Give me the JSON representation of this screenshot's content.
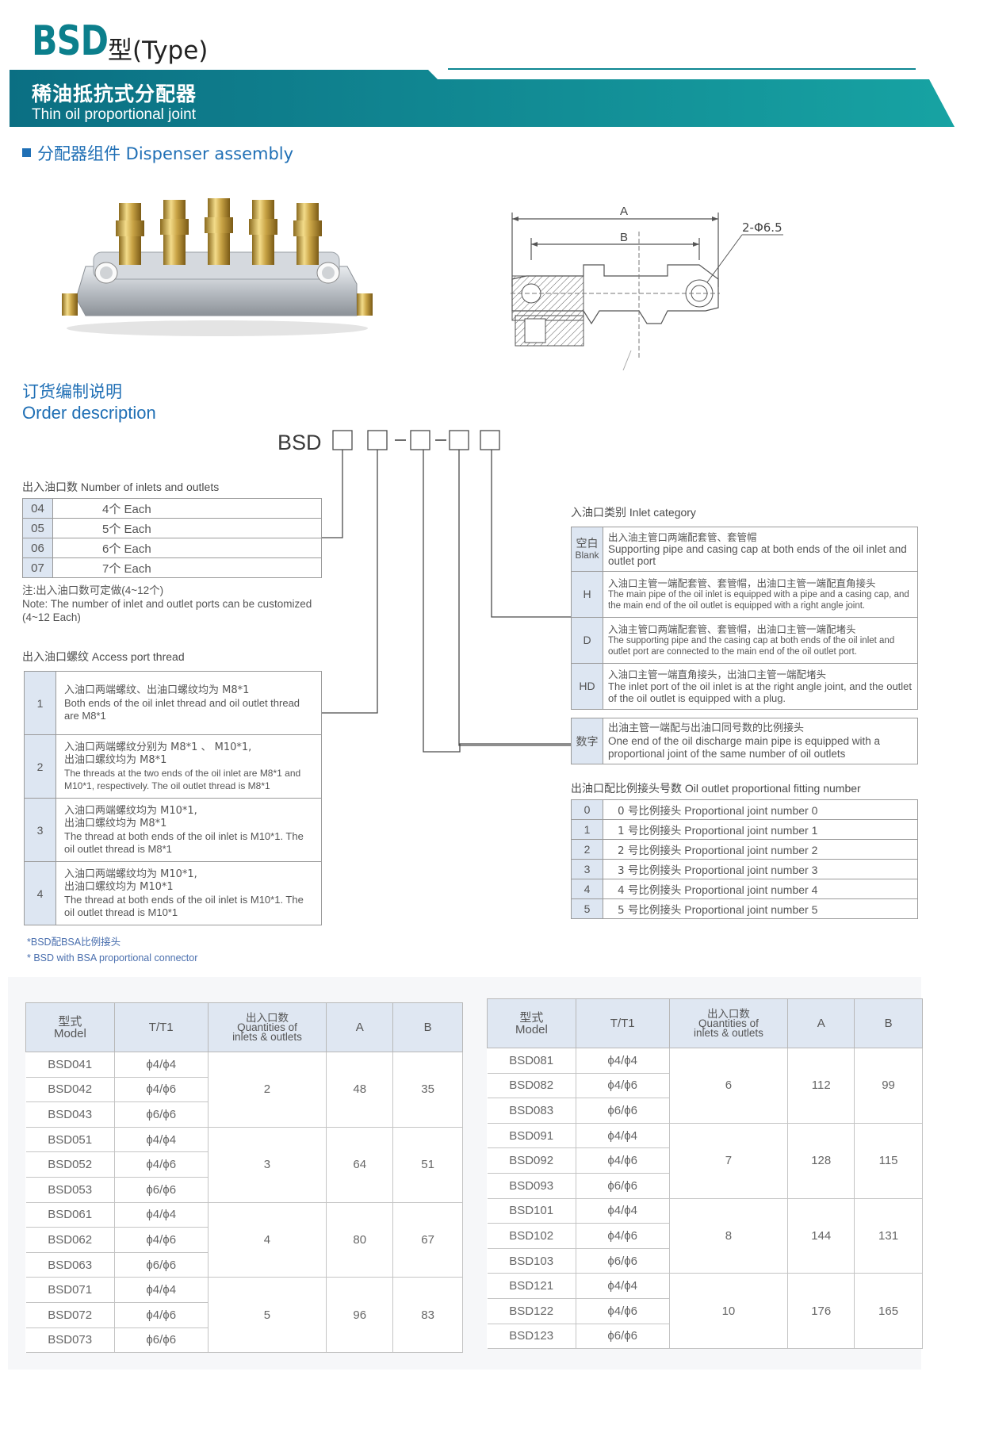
{
  "header": {
    "brand": "BSD",
    "type_label": "型(Type)",
    "banner_title_cn": "稀油抵抗式分配器",
    "banner_title_en": "Thin oil proportional joint",
    "colors": {
      "brand": "#0c7f8c",
      "banner_start": "#0b6f83",
      "banner_end": "#17a3a3",
      "section": "#1f6fb5"
    }
  },
  "section": {
    "title": "分配器组件 Dispenser assembly"
  },
  "drawing": {
    "label_a": "A",
    "label_b": "B",
    "hole_label": "2-Φ6.5"
  },
  "order": {
    "title_cn": "订货编制说明",
    "title_en": "Order description",
    "code_prefix": "BSD",
    "separator": "-"
  },
  "inlets": {
    "caption": "出入油口数 Number of inlets and outlets",
    "rows": [
      {
        "code": "04",
        "desc": "4个 Each"
      },
      {
        "code": "05",
        "desc": "5个 Each"
      },
      {
        "code": "06",
        "desc": "6个 Each"
      },
      {
        "code": "07",
        "desc": "7个 Each"
      }
    ],
    "note_cn": "注:出入油口数可定做(4~12个)",
    "note_en": "Note: The number of inlet and outlet ports can be customized (4~12 Each)"
  },
  "thread": {
    "caption": "出入油口螺纹 Access port thread",
    "rows": [
      {
        "code": "1",
        "cn1": "入油口两端螺纹、出油口螺纹均为 M8*1",
        "cn2": "",
        "en": "Both ends of the oil inlet thread and oil outlet thread are M8*1"
      },
      {
        "code": "2",
        "cn1": "入油口两端螺纹分别为 M8*1 、 M10*1,",
        "cn2": "出油口螺纹均为 M8*1",
        "en": "The threads at the two ends of the oil inlet are M8*1 and M10*1, respectively. The oil outlet thread is M8*1"
      },
      {
        "code": "3",
        "cn1": "入油口两端螺纹均为 M10*1,",
        "cn2": "出油口螺纹均为 M8*1",
        "en": "The thread at both ends of the oil inlet is M10*1. The oil outlet thread is M8*1"
      },
      {
        "code": "4",
        "cn1": "入油口两端螺纹均为 M10*1,",
        "cn2": "出油口螺纹均为 M10*1",
        "en": "The thread at both ends of the oil inlet is M10*1. The oil outlet thread is M10*1"
      }
    ]
  },
  "bsa_note": {
    "cn": "*BSD配BSA比例接头",
    "en": "* BSD with BSA proportional connector"
  },
  "inlet_category": {
    "caption": "入油口类别 Inlet category",
    "rows": [
      {
        "code_cn": "空白",
        "code_en": "Blank",
        "cn": "出入油主管口两端配套管、套管帽",
        "en": "Supporting pipe and casing cap at both ends of the oil inlet and outlet port"
      },
      {
        "code_cn": "H",
        "code_en": "",
        "cn": "入油口主管一端配套管、套管帽，出油口主管一端配直角接头",
        "en": "The main pipe of the oil inlet is equipped with a pipe and a casing cap, and the main end of the oil outlet is equipped with a right angle joint."
      },
      {
        "code_cn": "D",
        "code_en": "",
        "cn": "入油主管口两端配套管、套管帽，出油口主管一端配堵头",
        "en": "The supporting pipe and the casing cap at both ends of the oil inlet and outlet port are connected to the main end of the oil outlet port."
      },
      {
        "code_cn": "HD",
        "code_en": "",
        "cn": "入油口主管一端直角接头，出油口主管一端配堵头",
        "en": "The inlet port of the oil inlet is at the right angle joint, and the outlet of the oil outlet is equipped with a plug."
      }
    ]
  },
  "number_row": {
    "code": "数字",
    "cn": "出油主管一端配与出油口同号数的比例接头",
    "en": "One end of the oil discharge main pipe is equipped with a proportional joint of the same number of oil outlets"
  },
  "proportional": {
    "caption": "出油口配比例接头号数 Oil outlet proportional fitting number",
    "rows": [
      {
        "code": "0",
        "cn": "0 号比例接头",
        "en": "Proportional joint number 0"
      },
      {
        "code": "1",
        "cn": "1 号比例接头",
        "en": "Proportional joint number 1"
      },
      {
        "code": "2",
        "cn": "2 号比例接头",
        "en": "Proportional joint number 2"
      },
      {
        "code": "3",
        "cn": "3 号比例接头",
        "en": "Proportional joint number 3"
      },
      {
        "code": "4",
        "cn": "4 号比例接头",
        "en": "Proportional joint number 4"
      },
      {
        "code": "5",
        "cn": "5 号比例接头",
        "en": "Proportional joint number 5"
      }
    ]
  },
  "spec_headers": {
    "model_cn": "型式",
    "model_en": "Model",
    "tt": "T/T1",
    "qty_cn": "出入口数",
    "qty_en1": "Quantities of",
    "qty_en2": "inlets & outlets",
    "a": "A",
    "b": "B"
  },
  "spec_left": {
    "models": [
      "BSD041",
      "BSD042",
      "BSD043",
      "BSD051",
      "BSD052",
      "BSD053",
      "BSD061",
      "BSD062",
      "BSD063",
      "BSD071",
      "BSD072",
      "BSD073"
    ],
    "tt": [
      "ϕ4/ϕ4",
      "ϕ4/ϕ6",
      "ϕ6/ϕ6",
      "ϕ4/ϕ4",
      "ϕ4/ϕ6",
      "ϕ6/ϕ6",
      "ϕ4/ϕ4",
      "ϕ4/ϕ6",
      "ϕ6/ϕ6",
      "ϕ4/ϕ4",
      "ϕ4/ϕ6",
      "ϕ6/ϕ6"
    ],
    "groups": [
      {
        "qty": "2",
        "a": "48",
        "b": "35"
      },
      {
        "qty": "3",
        "a": "64",
        "b": "51"
      },
      {
        "qty": "4",
        "a": "80",
        "b": "67"
      },
      {
        "qty": "5",
        "a": "96",
        "b": "83"
      }
    ]
  },
  "spec_right": {
    "models": [
      "BSD081",
      "BSD082",
      "BSD083",
      "BSD091",
      "BSD092",
      "BSD093",
      "BSD101",
      "BSD102",
      "BSD103",
      "BSD121",
      "BSD122",
      "BSD123"
    ],
    "tt": [
      "ϕ4/ϕ4",
      "ϕ4/ϕ6",
      "ϕ6/ϕ6",
      "ϕ4/ϕ4",
      "ϕ4/ϕ6",
      "ϕ6/ϕ6",
      "ϕ4/ϕ4",
      "ϕ4/ϕ6",
      "ϕ6/ϕ6",
      "ϕ4/ϕ4",
      "ϕ4/ϕ6",
      "ϕ6/ϕ6"
    ],
    "groups": [
      {
        "qty": "6",
        "a": "112",
        "b": "99"
      },
      {
        "qty": "7",
        "a": "128",
        "b": "115"
      },
      {
        "qty": "8",
        "a": "144",
        "b": "131"
      },
      {
        "qty": "10",
        "a": "176",
        "b": "165"
      }
    ]
  }
}
